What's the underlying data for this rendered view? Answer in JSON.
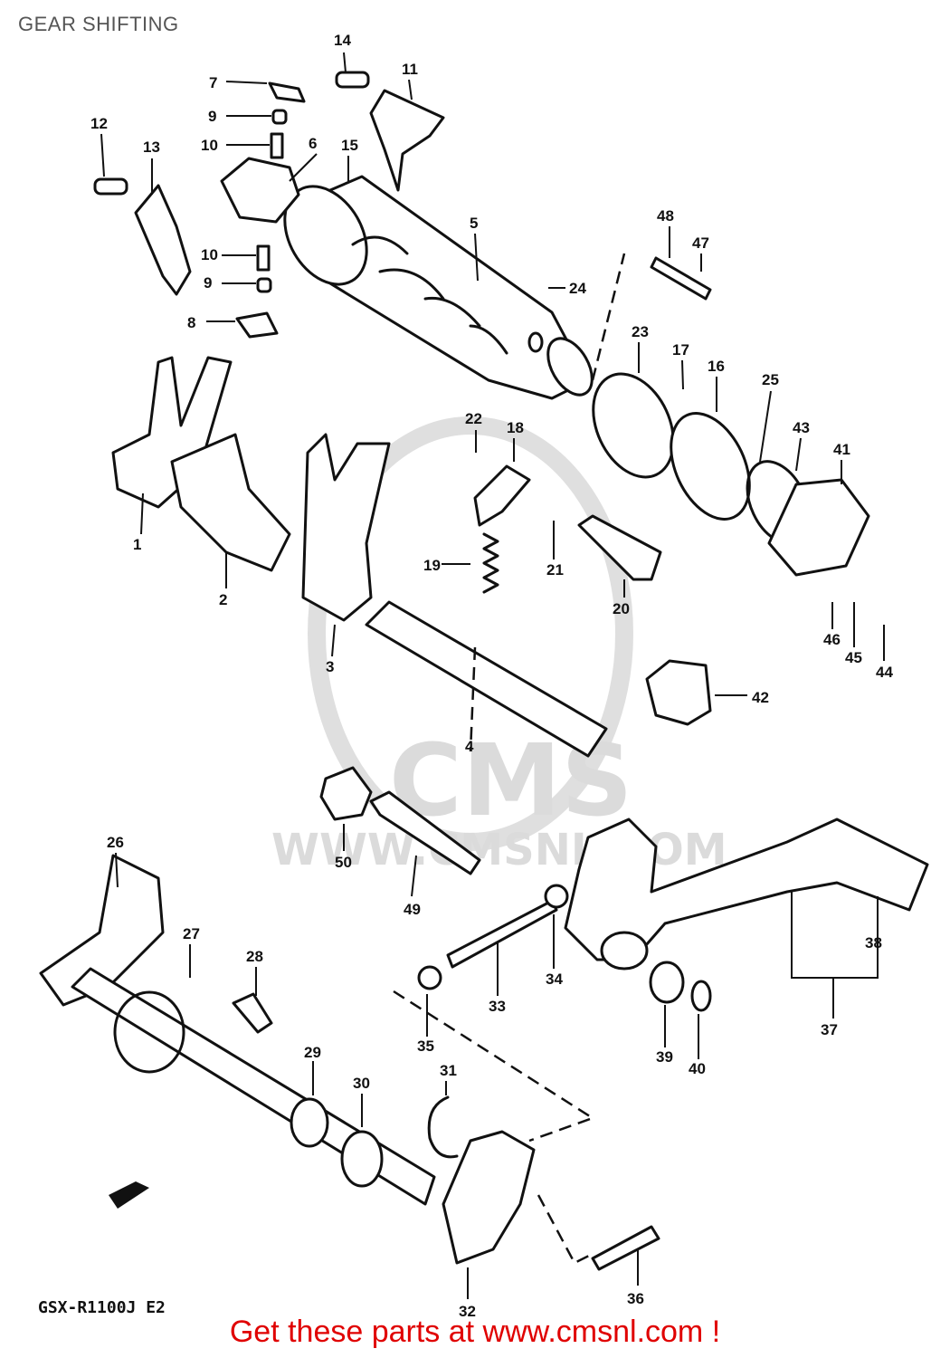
{
  "title": "GEAR SHIFTING",
  "model_code": "GSX-R1100J  E2",
  "watermark": {
    "brand": "CMS",
    "site": "WWW.CMSNL.COM"
  },
  "footer": "Get these parts at www.cmsnl.com !",
  "part_numbers": [
    "1",
    "2",
    "3",
    "4",
    "5",
    "6",
    "7",
    "8",
    "9",
    "10",
    "11",
    "12",
    "13",
    "14",
    "15",
    "16",
    "17",
    "18",
    "19",
    "20",
    "21",
    "22",
    "23",
    "24",
    "25",
    "26",
    "27",
    "28",
    "29",
    "30",
    "31",
    "32",
    "33",
    "34",
    "35",
    "36",
    "37",
    "38",
    "39",
    "40",
    "41",
    "42",
    "43",
    "44",
    "45",
    "46",
    "47",
    "48",
    "49",
    "50"
  ]
}
